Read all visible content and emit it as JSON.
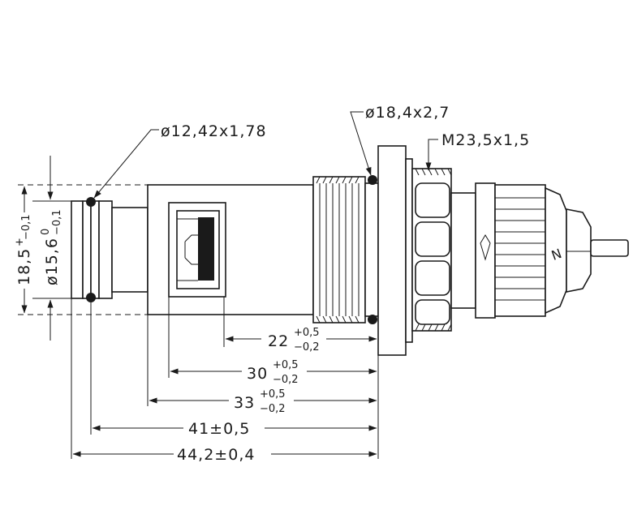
{
  "annotations": {
    "oring_small": "ø12,42x1,78",
    "oring_large": "ø18,4x2,7",
    "thread": "M23,5x1,5",
    "marking": "N"
  },
  "dimensions": {
    "d22": {
      "main": "22",
      "upper": "+0,5",
      "lower": "−0,2"
    },
    "d30": {
      "main": "30",
      "upper": "+0,5",
      "lower": "−0,2"
    },
    "d33": {
      "main": "33",
      "upper": "+0,5",
      "lower": "−0,2"
    },
    "d41": {
      "main": "41±0,5"
    },
    "d44": {
      "main": "44,2±0,4"
    },
    "height": {
      "main": "18,5",
      "tol": "+",
      "sub": "−0,1"
    },
    "diameter": {
      "main": "ø15,6",
      "upper": "0",
      "lower": "−0,1"
    }
  }
}
